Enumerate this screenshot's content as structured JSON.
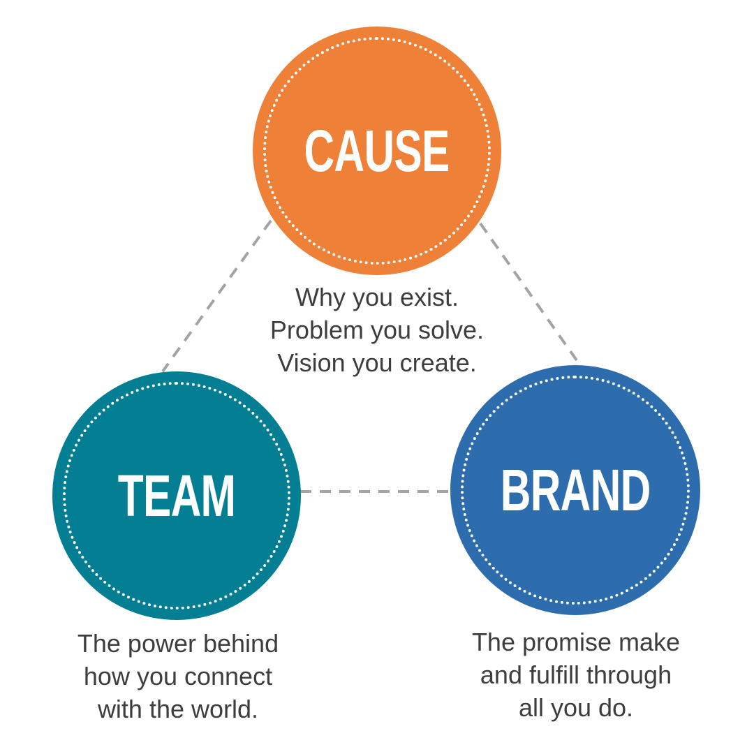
{
  "colors": {
    "cause": "#EE8038",
    "team": "#047E92",
    "brand": "#2D6DAE",
    "connector": "#A3A3A3",
    "caption_text": "#3D3D3D"
  },
  "nodes": {
    "cause": {
      "label": "CAUSE",
      "caption": [
        "Why you exist.",
        "Problem you solve.",
        "Vision you create."
      ]
    },
    "team": {
      "label": "TEAM",
      "caption": [
        "The power behind",
        "how you connect",
        "with the world."
      ]
    },
    "brand": {
      "label": "BRAND",
      "caption": [
        "The promise make",
        "and fulfill through",
        "all you do."
      ]
    }
  }
}
